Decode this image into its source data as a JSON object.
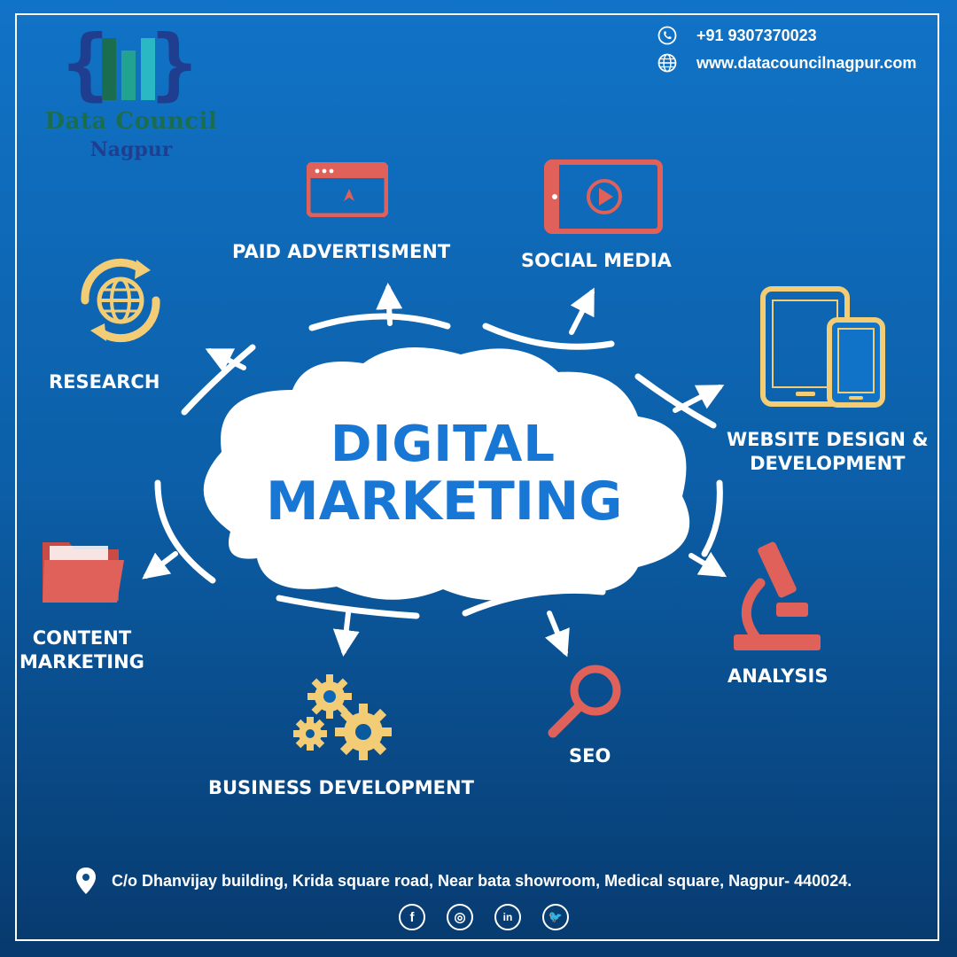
{
  "brand": {
    "name": "Data Council",
    "city": "Nagpur",
    "colors": {
      "brace": "#1f3e8f",
      "bars": [
        "#1a6e4f",
        "#22a392",
        "#2ab8c4"
      ],
      "name": "#1a6e4f",
      "city": "#1f3e8f"
    }
  },
  "contact": {
    "phone": "+91 9307370023",
    "website": "www.datacouncilnagpur.com",
    "phone_icon": "phone-icon",
    "web_icon": "globe-icon"
  },
  "center": {
    "line1": "DIGITAL",
    "line2": "MARKETING"
  },
  "services": {
    "paid_ads": "PAID ADVERTISMENT",
    "social_media": "SOCIAL MEDIA",
    "research": "RESEARCH",
    "website_line1": "WEBSITE DESIGN &",
    "website_line2": "DEVELOPMENT",
    "content_line1": "CONTENT",
    "content_line2": "MARKETING",
    "analysis": "ANALYSIS",
    "seo": "SEO",
    "business_dev": "BUSINESS DEVELOPMENT"
  },
  "icons": {
    "paid_ads": "browser-window-icon",
    "social_media": "video-play-icon",
    "research": "globe-refresh-icon",
    "website": "devices-icon",
    "content": "folder-icon",
    "analysis": "microscope-icon",
    "seo": "magnifier-icon",
    "business_dev": "gears-icon"
  },
  "colors": {
    "background_top": "#1173c7",
    "background_bottom": "#073a6e",
    "accent_red": "#e0605a",
    "accent_yellow": "#f3cc76",
    "title_blue": "#1877d4",
    "white": "#ffffff"
  },
  "footer": {
    "address": "C/o Dhanvijay building, Krida square road, Near bata showroom, Medical square, Nagpur- 440024.",
    "socials": [
      {
        "name": "facebook",
        "glyph": "f"
      },
      {
        "name": "instagram",
        "glyph": "◎"
      },
      {
        "name": "linkedin",
        "glyph": "in"
      },
      {
        "name": "twitter",
        "glyph": "🐦"
      }
    ]
  }
}
